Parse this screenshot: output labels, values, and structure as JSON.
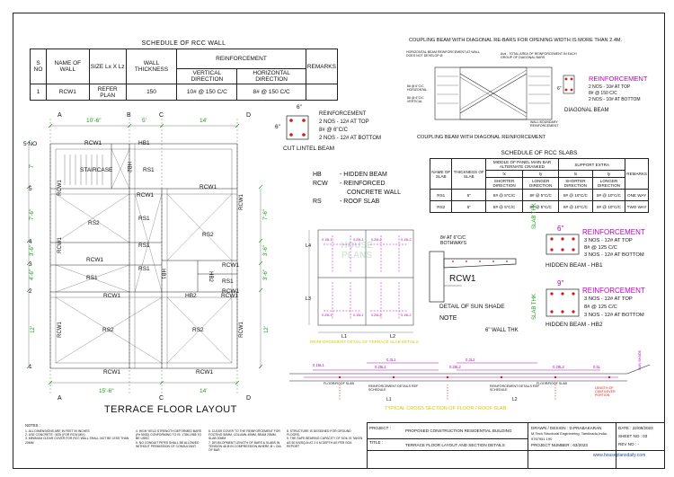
{
  "wall_schedule": {
    "title": "SCHEDULE OF RCC WALL",
    "headers": [
      "S NO",
      "NAME OF WALL",
      "SIZE Lx X Lz",
      "WALL THICKNESS",
      "REINFORCEMENT",
      "REMARKS"
    ],
    "sub_headers": [
      "VERTICAL DIRECTION",
      "HORIZONTAL DIRECTION"
    ],
    "rows": [
      [
        "1",
        "RCW1",
        "REFER PLAN",
        "150",
        "10# @ 150 C/C",
        "8# @ 150 C/C",
        ""
      ]
    ]
  },
  "coupling": {
    "title": "COUPLING BEAM WITH DIAGONAL RE-BARS FOR OPENING WIDTH IS MORE THAN 2.4M.",
    "note_left": "HORIZONTAL BEAM REINFORCEMENT AT WALL DOES NOT DEVELOP Ø",
    "note_right": "Avd - TOTAL AREA OF REINFORCEMENT IN EACH GROUP OF DIAGONAL BARS",
    "side_a": "8# @ 6\"C/C HORIZONTAL",
    "side_b": "8# @ 6\"C/C VERTICAL",
    "boundary": "WALL BOUNDARY REINFORCEMENT",
    "caption": "COUPLING BEAM WITH DIAGONAL REINFORCEMENT",
    "reinf_title": "REINFORCEMENT",
    "reinf_lines": [
      "2 NOS - 10# AT TOP",
      "8# @ 150 C/C",
      "2 NOS - 10# AT BOTTOM"
    ],
    "beam_name": "DIAGONAL BEAM",
    "dim": "6\""
  },
  "lintel": {
    "dim_top": "6\"",
    "dim_side": "6\"",
    "reinf_title": "REINFORCEMENT",
    "lines": [
      "2 NOS - 12# AT TOP",
      "8# @ 6\"C/C",
      "2 NOS - 12# AT BOTTOM"
    ],
    "caption": "CUT LINTEL BEAM"
  },
  "legend": [
    {
      "code": "HB",
      "text": "- HIDDEN BEAM"
    },
    {
      "code": "RCW",
      "text": "- REINFORCED"
    },
    {
      "code": "",
      "text": "CONCRETE WALL"
    },
    {
      "code": "RS",
      "text": "- ROOF SLAB"
    }
  ],
  "slab_schedule": {
    "title": "SCHEDULE OF RCC SLABS",
    "h_name": "NAME OF SLAB",
    "h_thk": "THICKNESS OF SLAB",
    "h_main": "MIDDLE OF PANEL MAIN BAR ALTERNATE CRANKED",
    "h_extra": "SUPPORT EXTRA",
    "h_lx": "lx",
    "h_ly": "ly",
    "h_short": "SHORTER DIRECTION",
    "h_long": "LONGER DIRECTION",
    "h_remarks": "REMARKS",
    "rows": [
      [
        "RS1",
        "6\"",
        "8# @ 5\"C/C",
        "8# @ 5\"C/C",
        "8# @ 10\"C/C",
        "8# @ 10\"C/C",
        "ONE WAY"
      ],
      [
        "RS2",
        "6\"",
        "8# @ 5\"C/C",
        "8# @ 5\"C/C",
        "8# @ 10\"C/C",
        "8# @ 10\"C/C",
        "TWO WAY"
      ]
    ]
  },
  "hb1": {
    "side": "SLAB THK",
    "dim": "6\"",
    "title": "REINFORCEMENT",
    "lines": [
      "3 NOS - 12# AT TOP",
      "8# @ 125 C/C",
      "3 NOS - 12# AT BOTTOM"
    ],
    "caption": "HIDDEN BEAM - HB1"
  },
  "hb2": {
    "side": "SLAB THK",
    "dim": "9\"",
    "title": "REINFORCEMENT",
    "lines": [
      "3 NOS - 12# AT TOP",
      "8# @ 125 C/C",
      "3 NOS - 12# AT BOTTOM"
    ],
    "caption": "HIDDEN BEAM - HB2"
  },
  "sunshade": {
    "bars": "8# AT 6\"C/C BOTHWAYS",
    "wall": "RCW1",
    "caption": "DETAIL OF SUN SHADE",
    "note": "NOTE",
    "thk": "6\" WALL THK"
  },
  "plan": {
    "title": "TERRACE FLOOR LAYOUT",
    "grid_top": [
      "A",
      "B",
      "C",
      "D"
    ],
    "grid_bottom": [
      "A",
      "C",
      "D"
    ],
    "dims_top": [
      "10'-6\"",
      "5'",
      "14'"
    ],
    "dims_bottom": [
      "15'-6\"",
      "14'"
    ],
    "rows": [
      "5 NO",
      "5",
      "4",
      "3",
      "2",
      "1"
    ],
    "dims_left": [
      "7'",
      "7'-6\"",
      "3'-6\"",
      "4'-6\"",
      "12'"
    ],
    "dims_right": [
      "7'-6\"",
      "3'-6\"",
      "3'-6\"",
      "12'"
    ],
    "staircase": "STAIRCASE",
    "labels": {
      "rcw1": "RCW1",
      "hb1": "HB1",
      "hb2": "HB2",
      "rs1": "RS1",
      "rs2": "RS2"
    }
  },
  "slab_plan": {
    "caption": "REINFORCEMENT DETAIL OF TERRACE SLAB DETAILS",
    "l1": "L1",
    "l2": "L2",
    "l3": "L3",
    "l4": "L4",
    "bars": [
      "0.15L1",
      "0.25L1",
      "0.25L2",
      "0.15L2",
      "0.25L1",
      "0.15L1",
      "0.25L2",
      "0.15L2"
    ]
  },
  "section": {
    "caption": "TYPICAL CROSS SECTION OF FLOOR / ROOF SLAB",
    "left": "FLOOR/ROOF SLAB",
    "mid": "REINFORCEMENT DETAILS REF SCHEDULE",
    "mid2": "REINFORCEMENT DETAILS REF SCHEDULE",
    "right": "FLOOR/ROOF SLAB",
    "cant": "LENGTH OF CANTILEVER PORTION",
    "sun": "SUN SHADE",
    "l1": "L1",
    "l2": "L2",
    "marks": [
      "0.15L1",
      "0.3L1",
      "0.25L1",
      "0.3L2",
      "0.25L2",
      "0.29L2",
      "0.5L"
    ]
  },
  "notes": {
    "title": "NOTES :",
    "items": [
      "1. ALL DIMENSIONS ARE IN FEET IN INCHES",
      "2. USE CONCRETE : M25 (FOR RCW MIX)",
      "3. MINIMUM CLEAR COVER FOR RCC WALL SHALL NOT BE LESS THAN 20MM",
      "4. HIGH YIELD STRENGTH DEFORMED BARS (Fe 500D) CONFORMING TO IS: 1786-1985 TO BE USED",
      "5. NO CONDUIT PIPES SHALL BE ALLOWED WITHOUT PERMISSION OF CONSULTANT.",
      "6. CLEAR COVER TO THE REINFORCEMENT FOR FOOTING 50MM, COLUMN 40MM, BEAM 25MM, SLAB 20MM",
      "7. DEVELOPMENT LENGTH OF BARS & SLABS IN TENSION 48 Ø IN COMPRESSION WHERE Ø = DIA OF BAR",
      "8. STRUCTURE IS DESIGNED FOR GROUND FLOORS.",
      "9. THE SAFE BEARING CAPACITY OF SOIL IS TAKEN AS 50 KN/SQ.M AT 2.0 M DEPTH AS PER SOIL REPORT"
    ]
  },
  "title_block": {
    "project_label": "PROJECT :",
    "project": "PROPOSED CONSTRUCTION RESIDENTIAL BUILDING",
    "title_label": "TITLE :",
    "title": "TERRACE FLOOR LAYOUT AND SECTION DETAILS",
    "drawn": "DRAWN / DESIGN : D.PRABAKARAN",
    "firm": "M.Tech Structural Engineering, Tamilnadu,India.",
    "phone": "9767951 190",
    "project_no": "PROJECT NUMBER : 63/2023",
    "date": "DATE : 22/08/2023",
    "sheet": "SHEET NO : 03",
    "rev": "REV NO : -"
  },
  "watermark": "HOUSE PLANS",
  "website": "www.houseplansdaily.com"
}
